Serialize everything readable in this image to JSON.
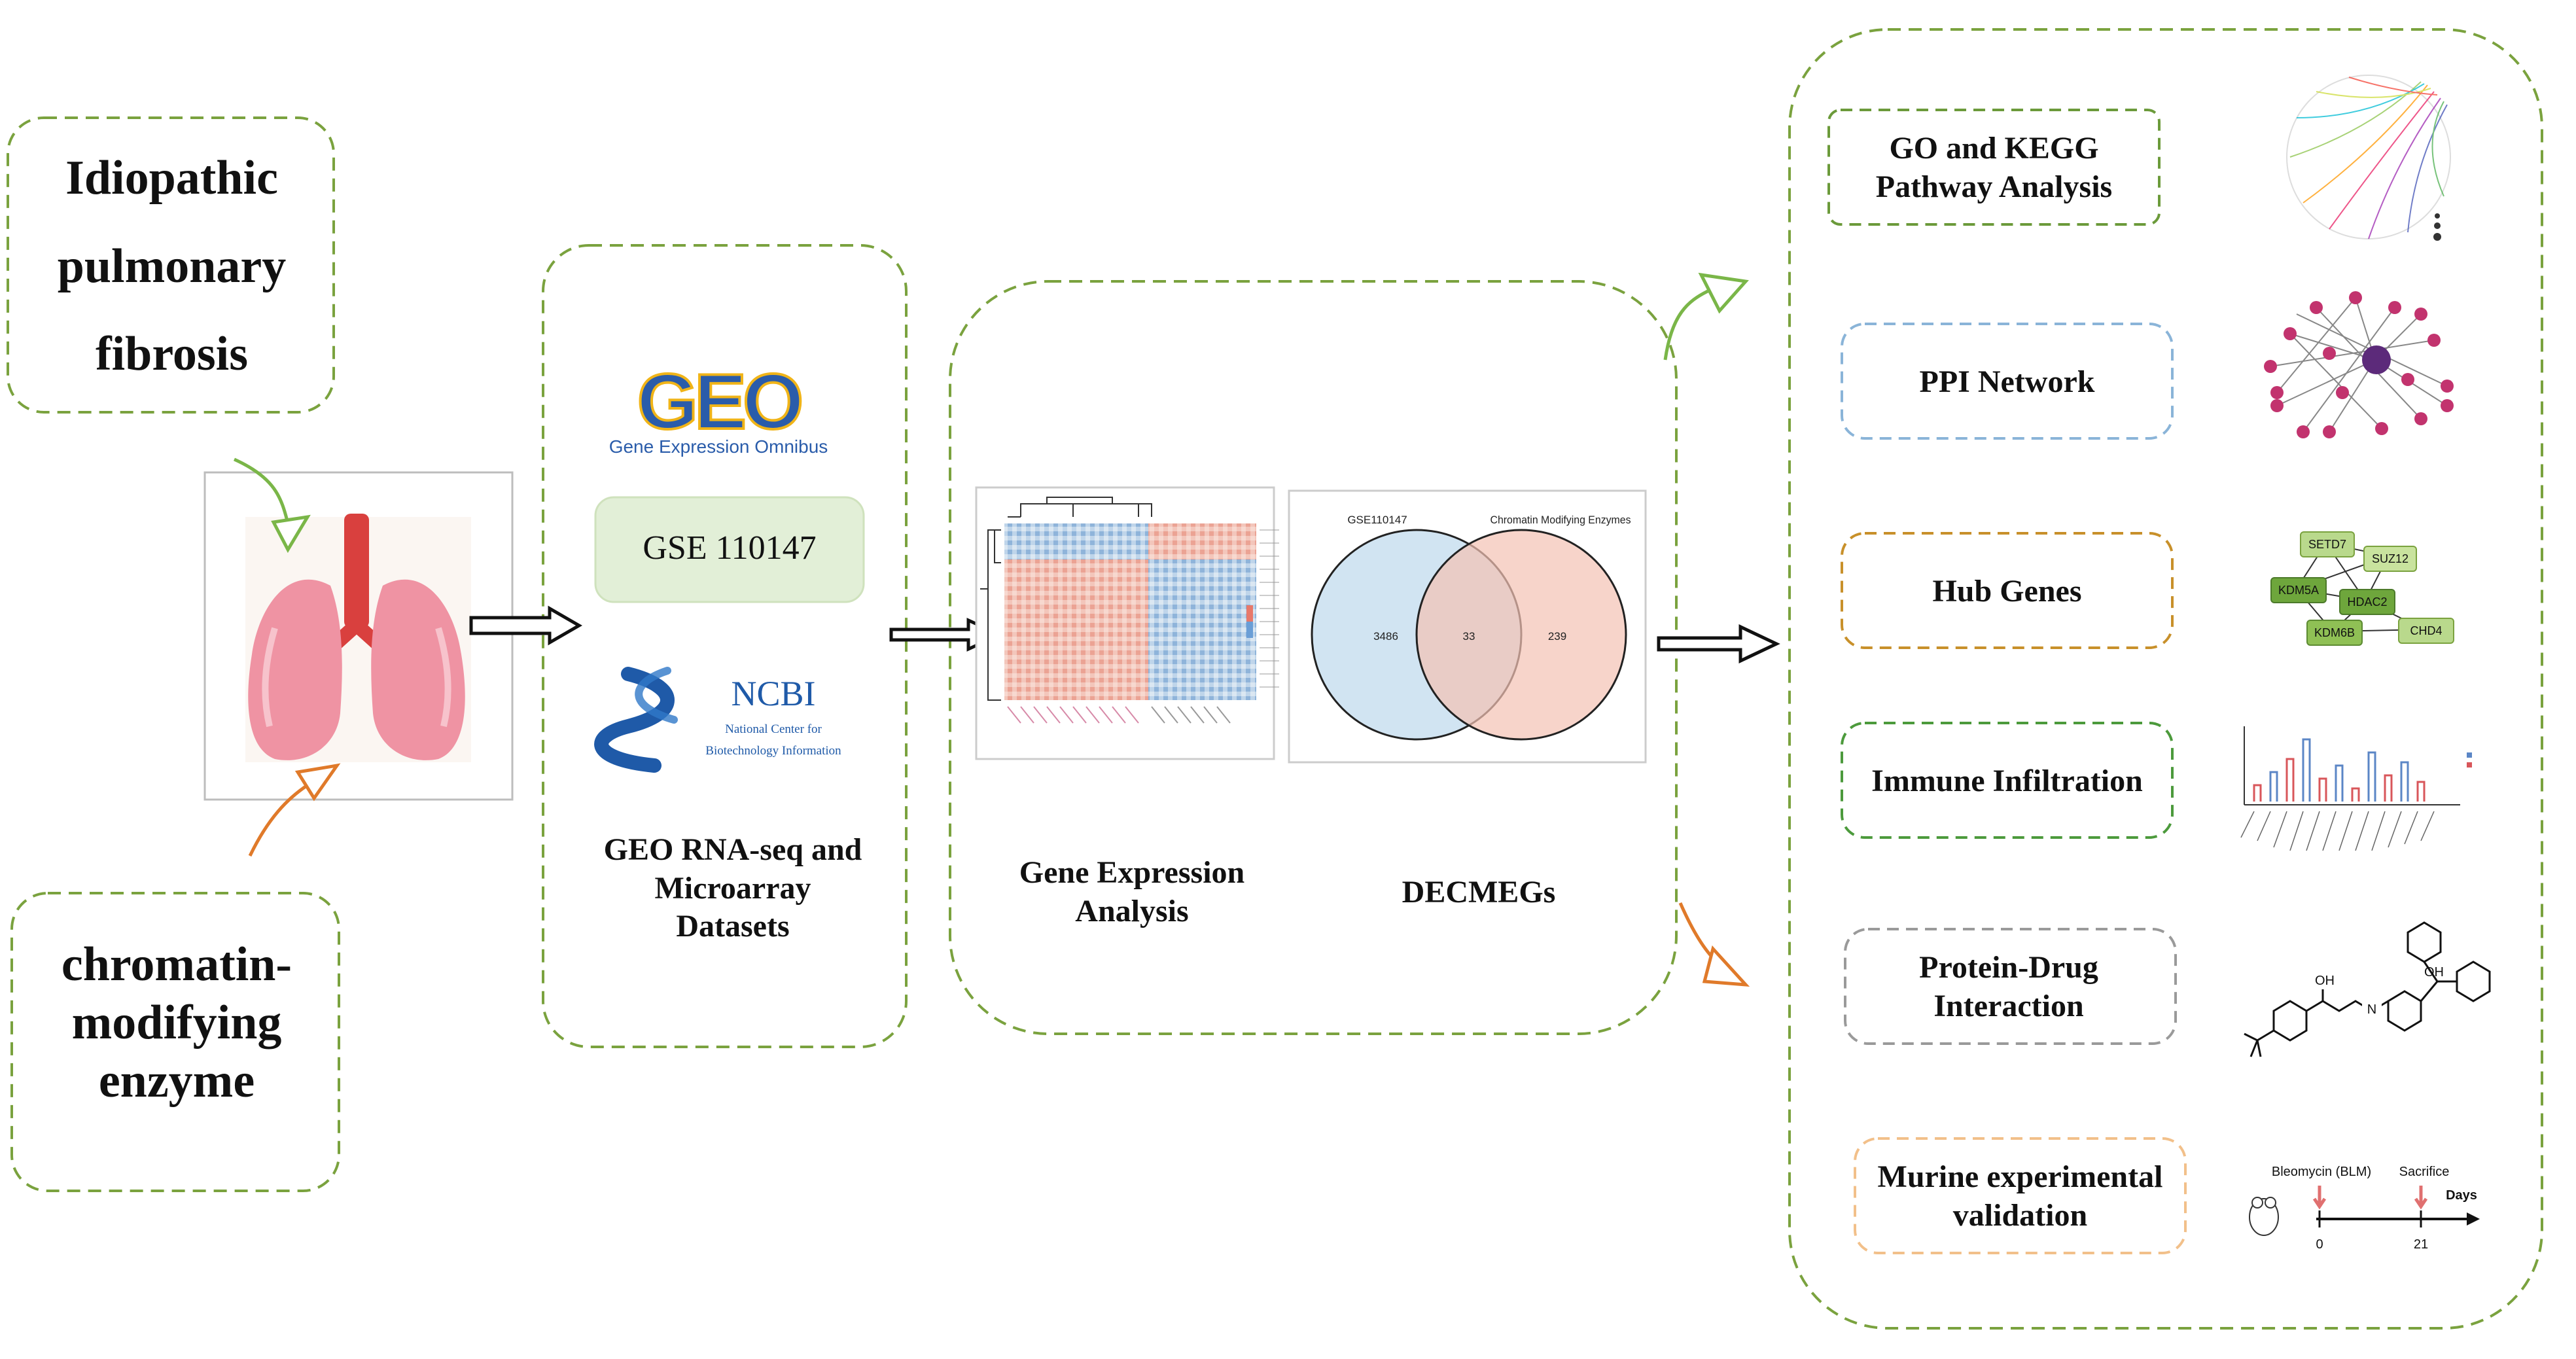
{
  "inputs": {
    "ipf": "Idiopathic pulmonary fibrosis",
    "enzyme": "chromatin-modifying enzyme"
  },
  "datasets": {
    "geo_logo_text": "GEO",
    "geo_logo_subtitle": "Gene Expression Omnibus",
    "gse_id": "GSE 110147",
    "ncbi_logo_text": "NCBI",
    "ncbi_line1": "National Center for",
    "ncbi_line2": "Biotechnology Information",
    "caption": "GEO RNA-seq and Microarray Datasets"
  },
  "analysis": {
    "heatmap_caption": "Gene Expression Analysis",
    "venn_caption": "DECMEGs",
    "venn": {
      "left_label": "GSE110147",
      "right_label": "Chromatin Modifying Enzymes",
      "left_only": "3486",
      "overlap": "33",
      "right_only": "239"
    }
  },
  "outputs": [
    {
      "label": "GO and KEGG Pathway Analysis",
      "color": "#6b9a3a"
    },
    {
      "label": "PPI Network",
      "color": "#8ab4d8"
    },
    {
      "label": "Hub Genes",
      "color": "#c8902a"
    },
    {
      "label": "Immune Infiltration",
      "color": "#4c9a3c"
    },
    {
      "label": "Protein-Drug Interaction",
      "color": "#9a9a9a"
    },
    {
      "label": "Murine experimental validation",
      "color": "#f2c08a"
    }
  ],
  "hub_genes": [
    "SETD7",
    "SUZ12",
    "KDM5A",
    "HDAC2",
    "KDM6B",
    "CHD4"
  ],
  "timeline": {
    "treatment": "Bleomycin (BLM)",
    "endpoint": "Sacrifice",
    "axis_label": "Days",
    "start": "0",
    "end": "21"
  },
  "drug": {
    "oh1": "OH",
    "oh2": "OH",
    "n": "N"
  },
  "colors": {
    "box_green": "#7aa23e",
    "arrow_green": "#7ab648",
    "arrow_orange": "#e07a2a",
    "gse_fill": "#e2efd7",
    "venn_left": "#c9dff0",
    "venn_right": "#f4c2b4",
    "geo_blue": "#2a5caa",
    "geo_gold": "#f0b418"
  }
}
